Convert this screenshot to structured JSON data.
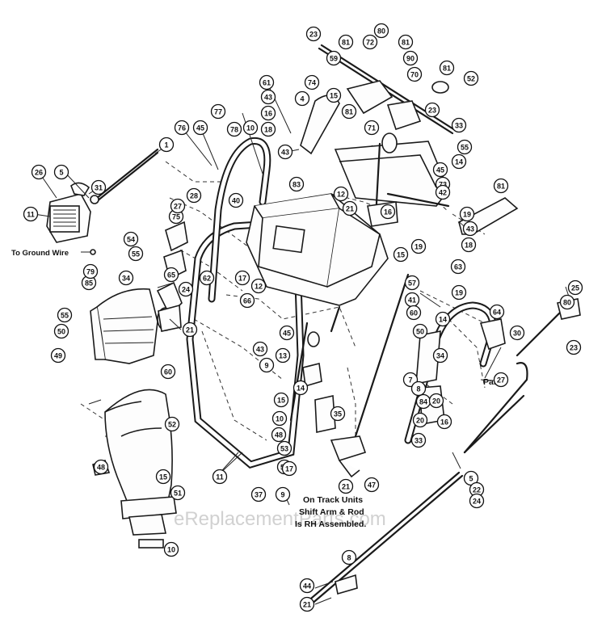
{
  "diagram": {
    "callouts": [
      "23",
      "81",
      "72",
      "80",
      "81",
      "59",
      "90",
      "70",
      "81",
      "52",
      "74",
      "4",
      "61",
      "43",
      "16",
      "18",
      "77",
      "78",
      "10",
      "43",
      "45",
      "76",
      "15",
      "81",
      "71",
      "23",
      "33",
      "55",
      "1",
      "14",
      "45",
      "73",
      "81",
      "5",
      "26",
      "31",
      "11",
      "28",
      "83",
      "12",
      "21",
      "42",
      "75",
      "27",
      "40",
      "19",
      "43",
      "18",
      "63",
      "16",
      "19",
      "15",
      "54",
      "55",
      "62",
      "17",
      "12",
      "66",
      "57",
      "41",
      "65",
      "34",
      "85",
      "55",
      "50",
      "49",
      "60",
      "50",
      "19",
      "64",
      "30",
      "25",
      "80",
      "23",
      "84",
      "7",
      "20",
      "16",
      "24",
      "43",
      "9",
      "45",
      "13",
      "14",
      "15",
      "10",
      "48",
      "53",
      "57",
      "35",
      "11",
      "17",
      "14",
      "27",
      "8",
      "34",
      "20",
      "33",
      "21",
      "60",
      "52",
      "48",
      "15",
      "51",
      "9",
      "37",
      "21",
      "47",
      "5",
      "22",
      "24",
      "10",
      "8",
      "44",
      "21",
      "79"
    ],
    "ground_wire_label": "To Ground Wire",
    "panel_label": "Panel",
    "note_line_1": "On Track Units",
    "note_line_2": "Shift Arm & Rod",
    "note_line_3": "Is RH Assembled.",
    "watermark": "eReplacementParts.com"
  }
}
